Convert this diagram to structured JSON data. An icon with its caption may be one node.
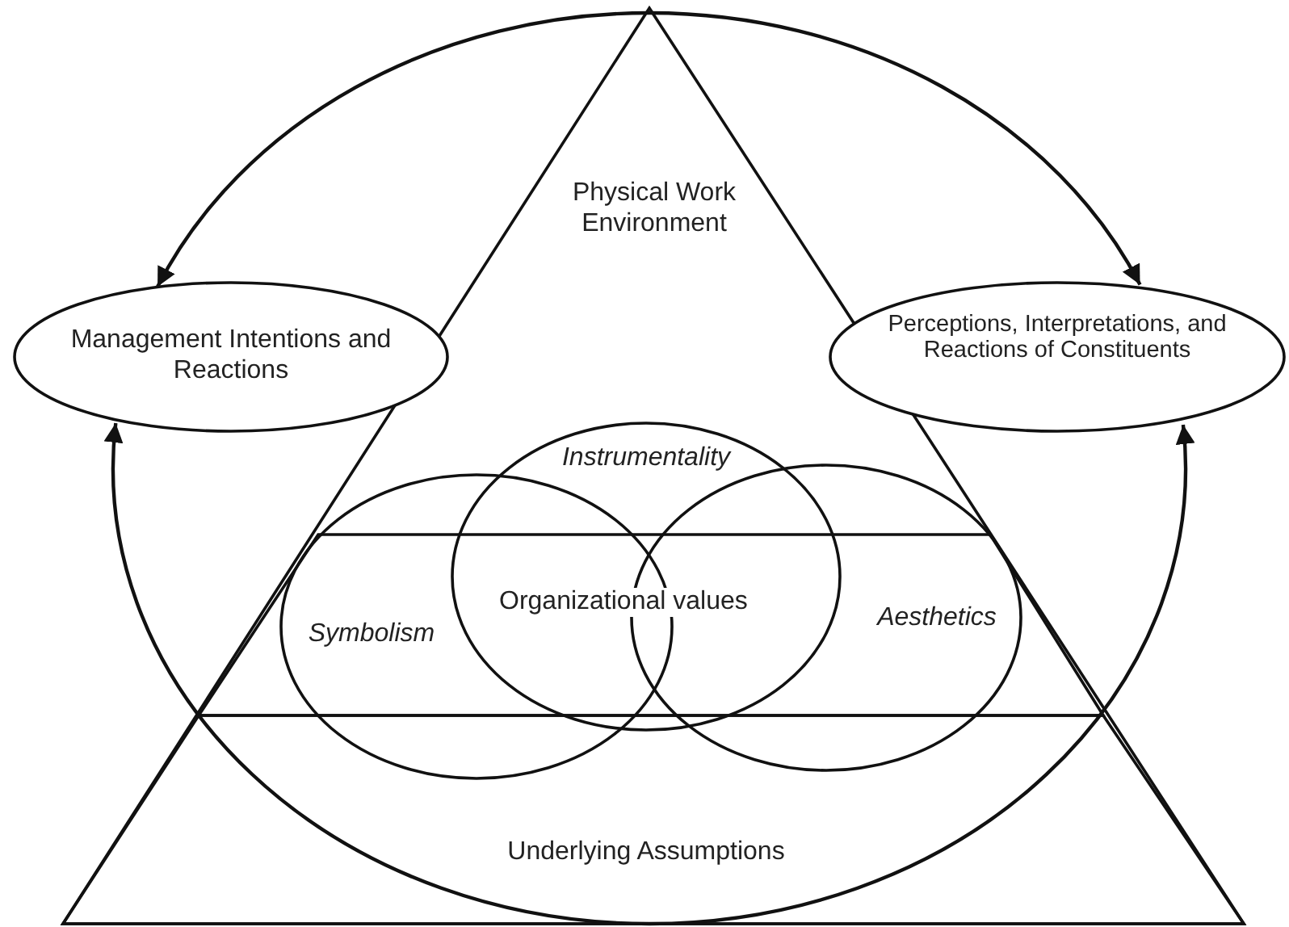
{
  "diagram": {
    "nodes": [
      {
        "text": [
          "Physical Work Environment"
        ]
      },
      {
        "text": [],
        "shape": "band",
        "in": 0
      },
      {
        "text": [
          "Underlying Assumptions"
        ],
        "in": 0
      },
      {
        "text": [
          "Symbolism"
        ],
        "in": 0
      },
      {
        "text": [
          "Instrumentality"
        ],
        "in": 0
      },
      {
        "text": [
          "Aesthetics"
        ],
        "in": 0
      },
      {
        "text": [
          "Management Intentions and Reactions"
        ]
      },
      {
        "text": [
          "Perceptions, Interpretations, and Reactions of Constituents"
        ]
      }
    ],
    "edges": [
      {
        "from": 0,
        "to": 6,
        "arrow": "to"
      },
      {
        "from": 0,
        "to": 7,
        "arrow": "to"
      },
      {
        "from": 2,
        "to": 6,
        "arrow": "to"
      },
      {
        "from": 2,
        "to": 7,
        "arrow": "to"
      }
    ],
    "labels": [
      "Organizational values"
    ]
  }
}
